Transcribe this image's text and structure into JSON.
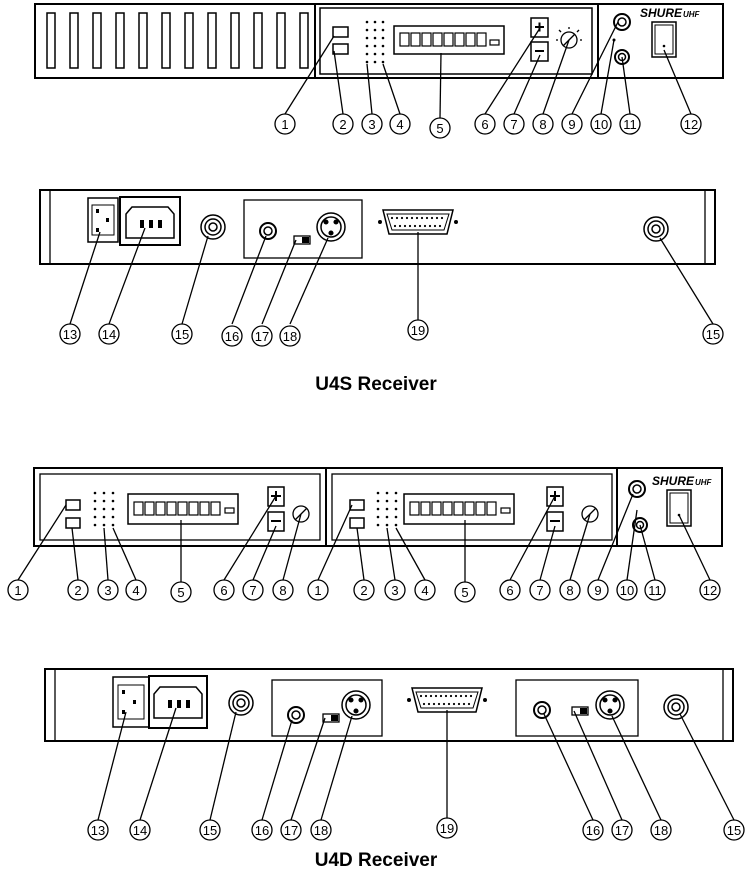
{
  "titles": {
    "u4s": "U4S Receiver",
    "u4d": "U4D Receiver"
  },
  "brand": "SHURE",
  "brand_suffix": "UHF",
  "callouts": {
    "u4s_front": [
      "1",
      "2",
      "3",
      "4",
      "5",
      "6",
      "7",
      "8",
      "9",
      "10",
      "11",
      "12"
    ],
    "u4s_rear": [
      "13",
      "14",
      "15",
      "16",
      "17",
      "18",
      "19",
      "15"
    ],
    "u4d_front": [
      "1",
      "2",
      "3",
      "4",
      "5",
      "6",
      "7",
      "8",
      "1",
      "2",
      "3",
      "4",
      "5",
      "6",
      "7",
      "8",
      "9",
      "10",
      "11",
      "12"
    ],
    "u4d_rear": [
      "13",
      "14",
      "15",
      "16",
      "17",
      "18",
      "19",
      "16",
      "17",
      "18",
      "15"
    ]
  },
  "icons": [
    "power-switch-icon",
    "xlr-connector-icon",
    "bnc-connector-icon",
    "iec-inlet-icon",
    "db25-connector-icon",
    "headphone-jack-icon",
    "knob-icon"
  ]
}
